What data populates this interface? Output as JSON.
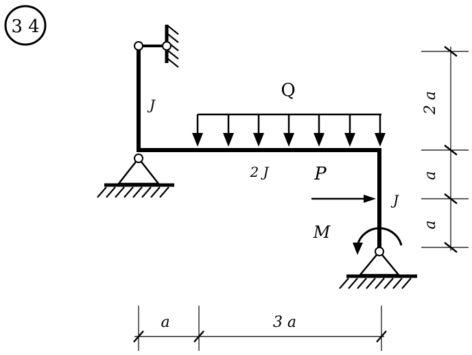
{
  "figure_number": "3 4",
  "labels": {
    "load_q": "Q",
    "force_p": "P",
    "moment_m": "M",
    "stiffness_left_column": "J",
    "stiffness_beam": "2 J",
    "stiffness_right_column": "J"
  },
  "dimensions": {
    "horizontal": [
      "a",
      "3 a"
    ],
    "vertical": [
      "2 a",
      "a",
      "a"
    ]
  }
}
